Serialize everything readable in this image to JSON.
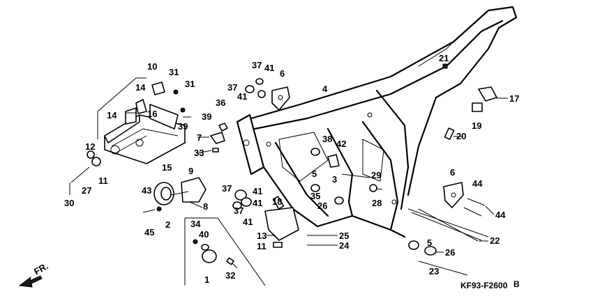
{
  "callouts": {
    "c1": "1",
    "c2": "2",
    "c3": "3",
    "c4": "4",
    "c5a": "5",
    "c5b": "5",
    "c6a": "6",
    "c6b": "6",
    "c7": "7",
    "c8": "8",
    "c9": "9",
    "c10": "10",
    "c11a": "11",
    "c11b": "11",
    "c12": "12",
    "c13": "13",
    "c14a": "14",
    "c14b": "14",
    "c15": "15",
    "c16": "16",
    "c17": "17",
    "c18": "18",
    "c19": "19",
    "c20": "20",
    "c21": "21",
    "c22": "22",
    "c23": "23",
    "c24": "24",
    "c25": "25",
    "c26a": "26",
    "c26b": "26",
    "c27": "27",
    "c28": "28",
    "c29": "29",
    "c30": "30",
    "c31a": "31",
    "c31b": "31",
    "c32": "32",
    "c33": "33",
    "c34": "34",
    "c35": "35",
    "c36": "36",
    "c37a": "37",
    "c37b": "37",
    "c37c": "37",
    "c37d": "37",
    "c38": "38",
    "c39a": "39",
    "c39b": "39",
    "c40": "40",
    "c41a": "41",
    "c41b": "41",
    "c41c": "41",
    "c41d": "41",
    "c42": "42",
    "c43": "43",
    "c44a": "44",
    "c44b": "44",
    "c45": "45"
  },
  "direction_label": "FR.",
  "diagram_code": "KF93-F2600",
  "revision": "B"
}
